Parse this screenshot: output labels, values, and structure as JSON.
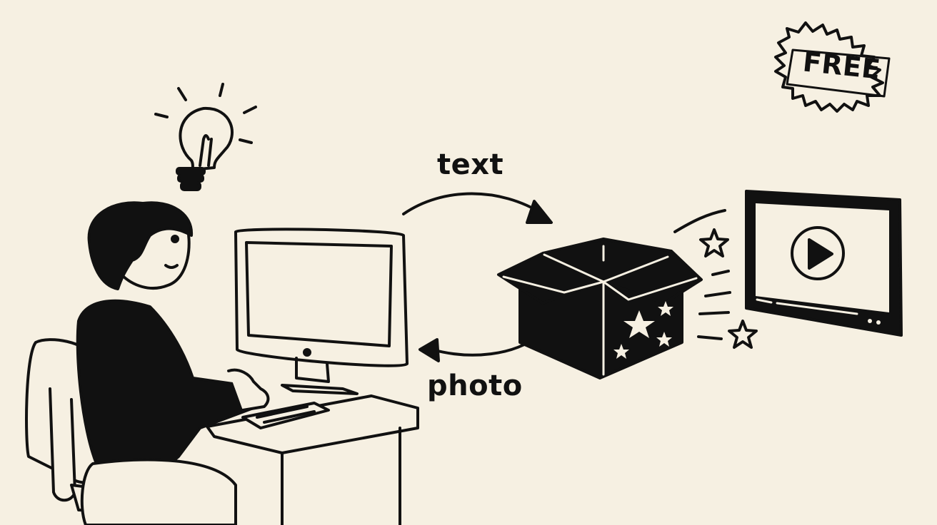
{
  "illustration": {
    "background": "#f6f0e2",
    "ink": "#111111",
    "labels": {
      "top_arrow": "text",
      "bottom_arrow": "photo",
      "badge": "FREE"
    },
    "icons": [
      "lightbulb-icon",
      "person",
      "computer",
      "gift-box-icon",
      "star-icon",
      "video-screen-icon",
      "play-icon",
      "free-badge-icon"
    ]
  }
}
